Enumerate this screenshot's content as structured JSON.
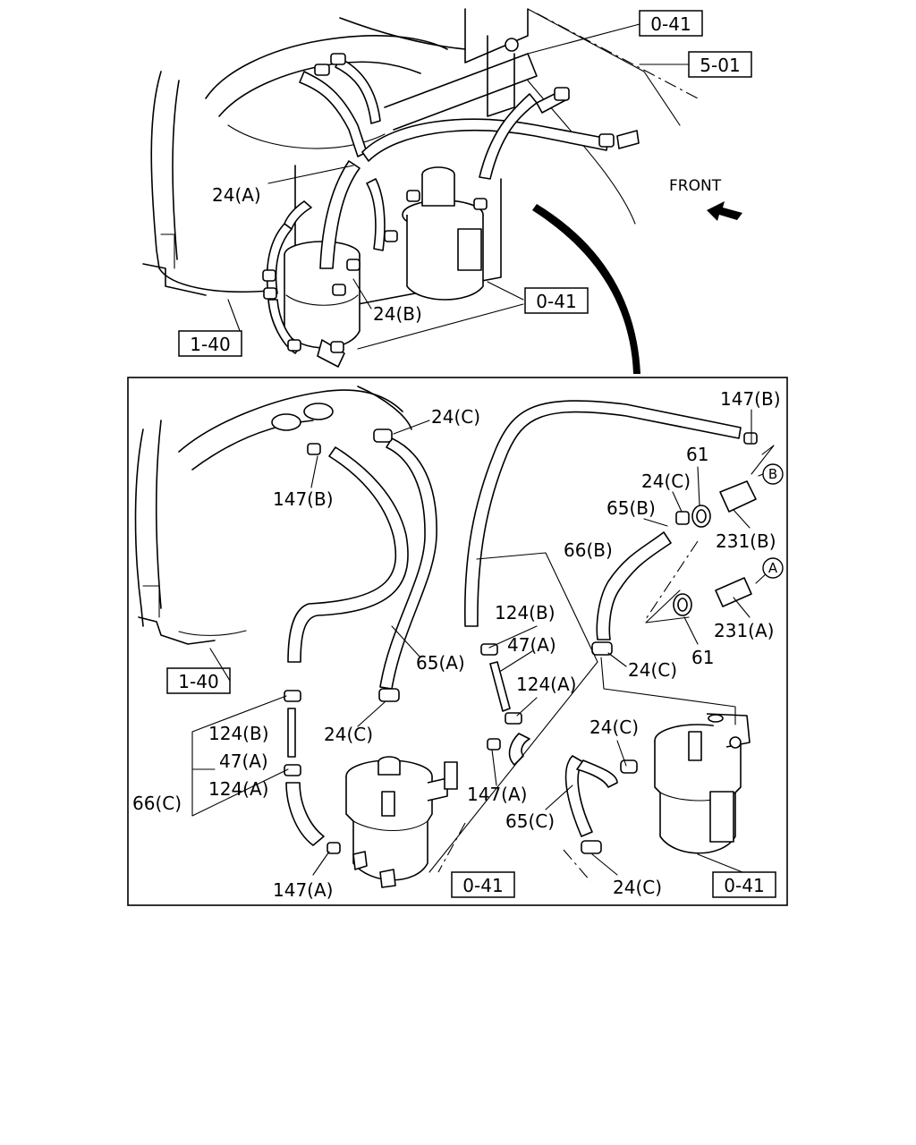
{
  "refs": {
    "r041_top": "0-41",
    "r501": "5-01",
    "r041_mid": "0-41",
    "r140_top": "1-40",
    "r140_inset": "1-40",
    "r041_inset_left": "0-41",
    "r041_inset_right": "0-41"
  },
  "direction": {
    "front": "FRONT"
  },
  "callouts": {
    "c24a": "24(A)",
    "c24b": "24(B)",
    "c24c_1": "24(C)",
    "c147b_1": "147(B)",
    "c147b_2": "147(B)",
    "c61_1": "61",
    "c24c_2": "24(C)",
    "c65b": "65(B)",
    "c66b": "66(B)",
    "c231b": "231(B)",
    "c124b_1": "124(B)",
    "c47a_1": "47(A)",
    "c124a_1": "124(A)",
    "c231a": "231(A)",
    "c61_2": "61",
    "c65a": "65(A)",
    "c24c_3": "24(C)",
    "c24c_4": "24(C)",
    "c24c_5": "24(C)",
    "c124b_2": "124(B)",
    "c47a_2": "47(A)",
    "c66c": "66(C)",
    "c124a_2": "124(A)",
    "c147a_1": "147(A)",
    "c65c": "65(C)",
    "c147a_2": "147(A)",
    "c24c_6": "24(C)"
  },
  "circled": {
    "a": "A",
    "b": "B"
  }
}
